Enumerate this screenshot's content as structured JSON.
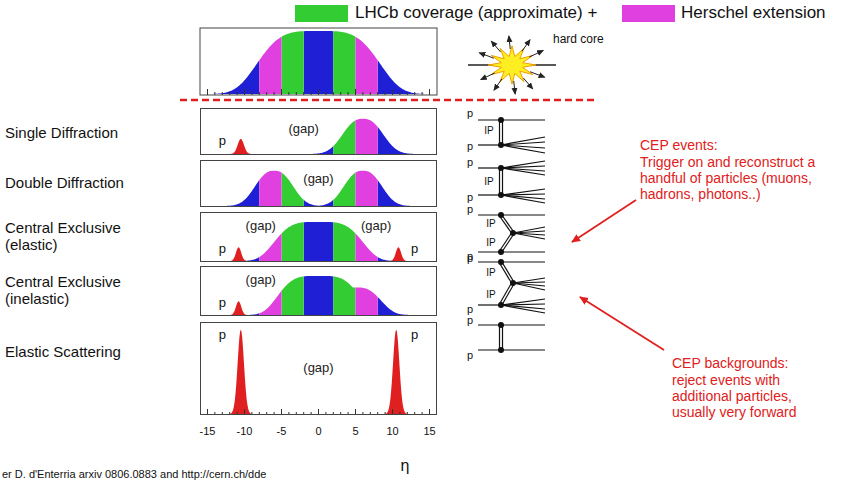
{
  "diagram": {
    "nodes": [
      {
        "text": [
          "p",
          "(gap)"
        ]
      },
      {
        "text": [
          "(gap)"
        ]
      },
      {
        "text": [
          "p",
          "(gap)",
          "(gap)",
          "p"
        ]
      },
      {
        "text": [
          "p",
          "(gap)"
        ]
      },
      {
        "text": [
          "p",
          "(gap)",
          "p"
        ]
      }
    ],
    "labels": [
      "hard core",
      "Single Diffraction",
      "Double Diffraction",
      "Central Exclusive (elastic)",
      "Central Exclusive (inelastic)",
      "Elastic Scattering",
      "p",
      "p",
      "IP",
      "p",
      "IP",
      "p",
      "p",
      "IP",
      "IP",
      "p",
      "p",
      "IP",
      "IP",
      "p",
      "p",
      "p",
      "CEP events:",
      "Trigger on and reconstruct a handful of particles (muons, hadrons, photons..)",
      "CEP backgrounds:",
      "reject events with additional particles, usually very forward",
      "-15",
      "-10",
      "-5",
      "0",
      "5",
      "10",
      "15",
      "η",
      "er D. d'Enterria arxiv 0806.0883 and http://cern.ch/dde"
    ],
    "legend": [
      {
        "text": "LHCb coverage (approximate) +",
        "color": "#33cc33"
      },
      {
        "text": "Herschel extension",
        "color": "#e040e0"
      }
    ]
  }
}
